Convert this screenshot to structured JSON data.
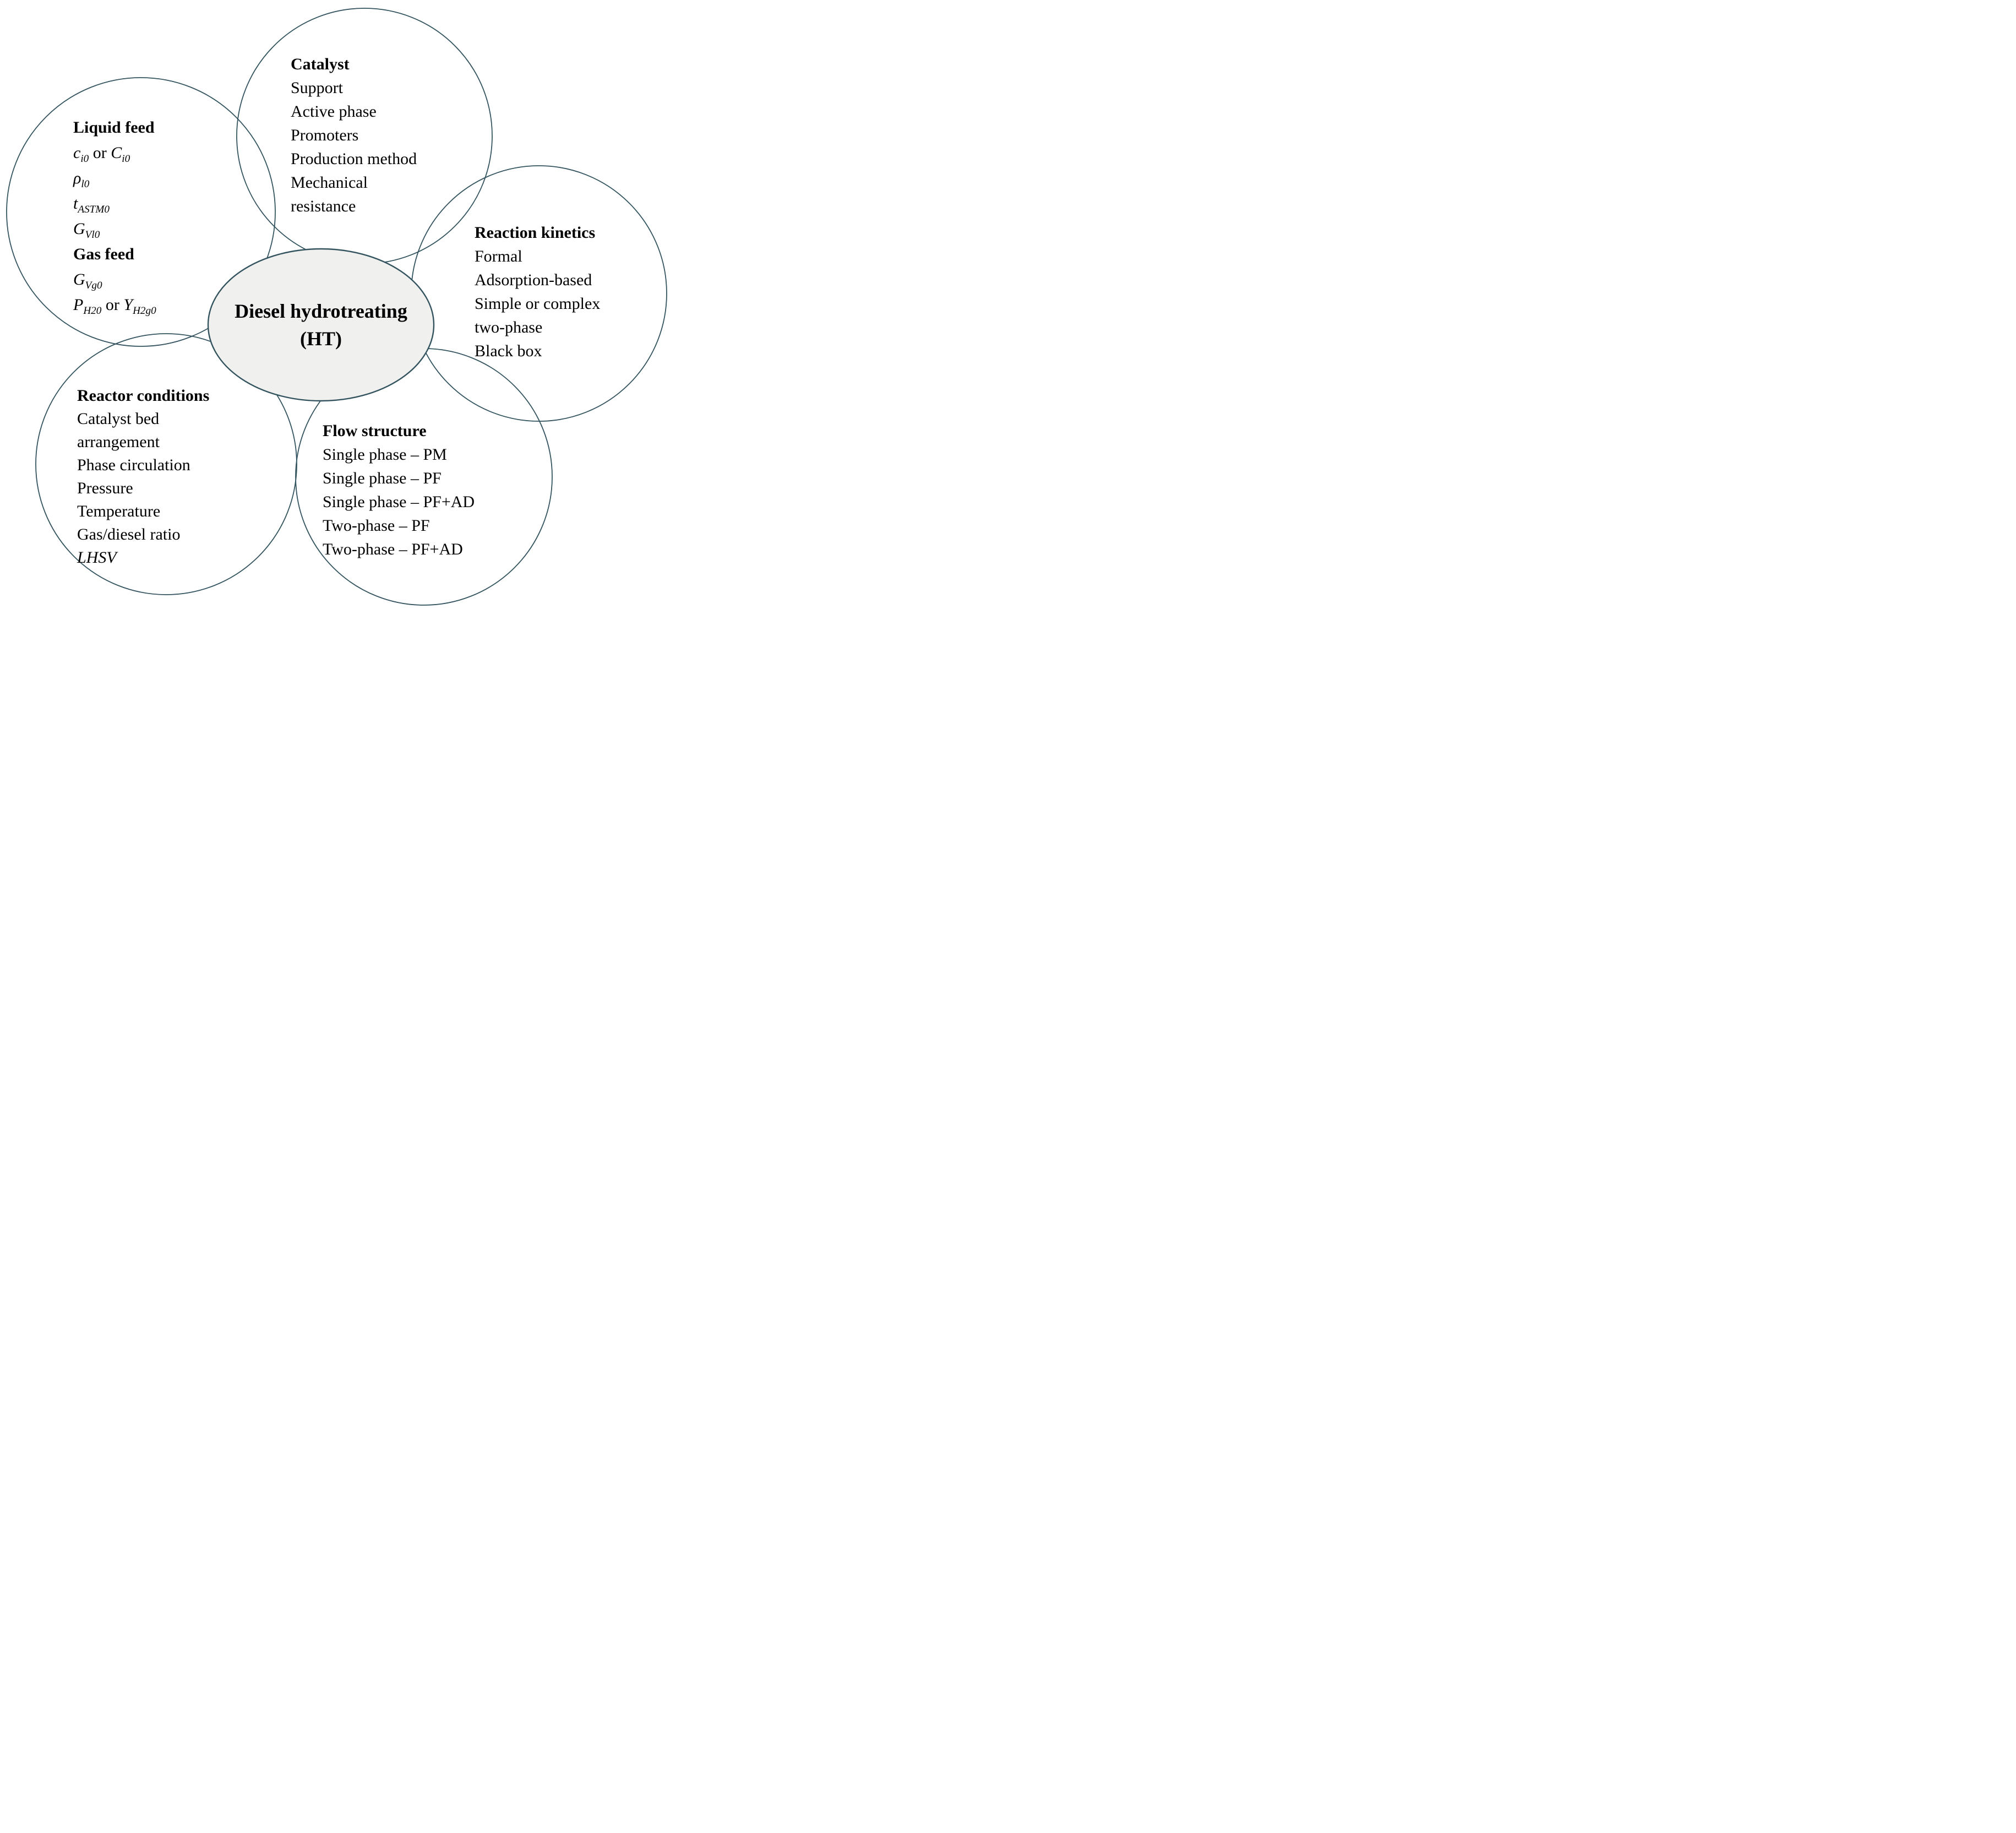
{
  "colors": {
    "outline": "#33545f",
    "center_fill": "#f0f0ef",
    "background": "#ffffff",
    "text": "#000000"
  },
  "center": {
    "line1": "Diesel hydrotreating",
    "line2": "(HT)"
  },
  "liquid_feed": {
    "title": "Liquid feed",
    "items": [
      [
        {
          "t": "c",
          "i": true
        },
        {
          "t": "i0",
          "i": true,
          "sub": true
        },
        {
          "t": " or ",
          "i": false
        },
        {
          "t": "C",
          "i": true
        },
        {
          "t": "i0",
          "i": true,
          "sub": true
        }
      ],
      [
        {
          "t": "ρ",
          "i": true
        },
        {
          "t": "l0",
          "i": true,
          "sub": true
        }
      ],
      [
        {
          "t": "t",
          "i": true
        },
        {
          "t": "ASTM0",
          "i": true,
          "sub": true
        }
      ],
      [
        {
          "t": "G",
          "i": true
        },
        {
          "t": "Vl0",
          "i": true,
          "sub": true
        }
      ]
    ],
    "gas_title": "Gas feed",
    "gas_items": [
      [
        {
          "t": "G",
          "i": true
        },
        {
          "t": "Vg0",
          "i": true,
          "sub": true
        }
      ],
      [
        {
          "t": "P",
          "i": true
        },
        {
          "t": "H20",
          "i": true,
          "sub": true
        },
        {
          "t": " or ",
          "i": false
        },
        {
          "t": "Y",
          "i": true
        },
        {
          "t": "H2g0",
          "i": true,
          "sub": true
        }
      ]
    ]
  },
  "catalyst": {
    "title": "Catalyst",
    "items": [
      "Support",
      "Active phase",
      "Promoters",
      "Production method",
      "Mechanical",
      "resistance"
    ]
  },
  "reaction_kinetics": {
    "title": "Reaction kinetics",
    "items": [
      "Formal",
      "Adsorption-based",
      "Simple or complex",
      "two-phase",
      "Black box"
    ]
  },
  "reactor_conditions": {
    "title": "Reactor conditions",
    "items": [
      "Catalyst bed",
      "arrangement",
      "Phase circulation",
      "Pressure",
      "Temperature",
      "Gas/diesel ratio",
      "LHSV"
    ]
  },
  "flow_structure": {
    "title": "Flow structure",
    "items": [
      "Single phase – PM",
      "Single phase – PF",
      "Single phase – PF+AD",
      "Two-phase – PF",
      "Two-phase – PF+AD"
    ]
  }
}
